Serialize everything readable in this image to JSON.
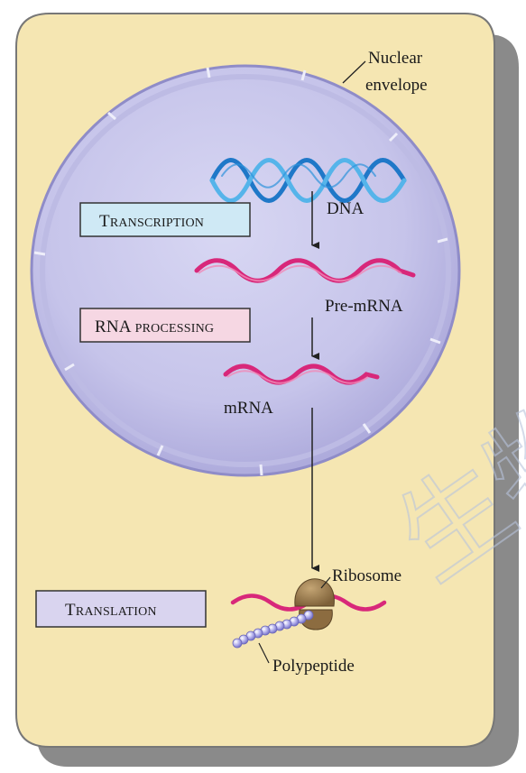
{
  "labels": {
    "nuclear_envelope_line1": "Nuclear",
    "nuclear_envelope_line2": "envelope",
    "dna": "DNA",
    "pre_mrna": "Pre-mRNA",
    "mrna": "mRNA",
    "ribosome": "Ribosome",
    "polypeptide": "Polypeptide"
  },
  "boxes": {
    "transcription": {
      "initial": "T",
      "rest": "RANSCRIPTION"
    },
    "rna_processing": {
      "initial": "RNA ",
      "rest": "PROCESSING"
    },
    "translation": {
      "initial": "T",
      "rest": "RANSLATION"
    }
  },
  "watermark": "生物",
  "colors": {
    "cell_fill": "#f6e7b4",
    "cell_border": "#6f6f6f",
    "cell_shadow": "#8b8b8b",
    "nucleus_fill": "#c9c8ec",
    "nucleus_rim": "#a7a5d6",
    "dna": "#2a8fd6",
    "rna": "#d8287a",
    "transcription_box": "#cfe9f5",
    "rna_processing_box": "#f6d7e3",
    "translation_box": "#d9d4ef",
    "ribosome": "#9a7a4e",
    "polypeptide": "#a9a6e6"
  }
}
